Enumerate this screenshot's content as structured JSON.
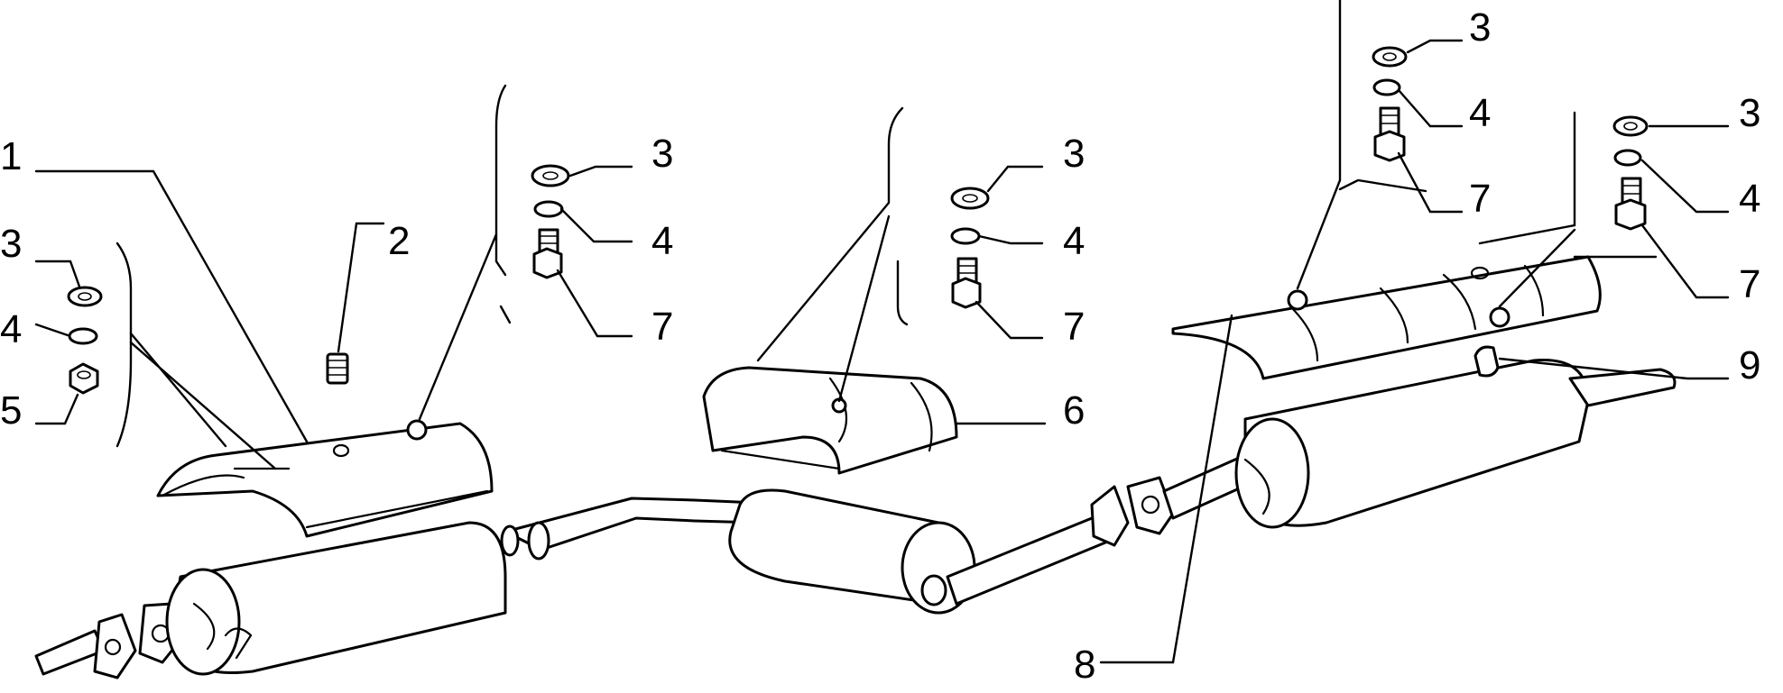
{
  "callouts": {
    "c1": "1",
    "c2": "2",
    "c3a": "3",
    "c4a": "4",
    "c5": "5",
    "c3b": "3",
    "c4b": "4",
    "c7b": "7",
    "c3c": "3",
    "c4c": "4",
    "c7c": "7",
    "c6": "6",
    "c3d": "3",
    "c4d": "4",
    "c7d": "7",
    "c3e": "3",
    "c4e": "4",
    "c7e": "7",
    "c8": "8",
    "c9": "9"
  }
}
